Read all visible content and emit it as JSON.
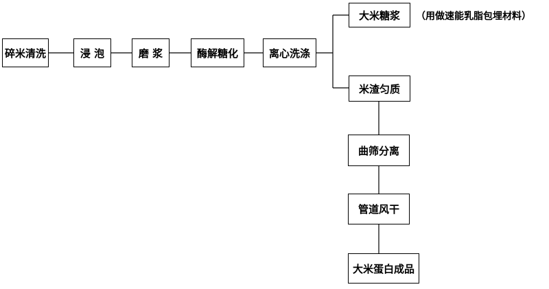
{
  "steps": {
    "crush_wash": "碎米清洗",
    "soak": "浸 泡",
    "grind": "磨 浆",
    "enzyme": "酶解糖化",
    "centrifuge": "离心洗涤",
    "syrup": "大米糖浆",
    "residue": "米渣匀质",
    "sieve": "曲筛分离",
    "dry": "管道风干",
    "product": "大米蛋白成品"
  },
  "syrup_note": "（用做速能乳脂包埋材料）"
}
